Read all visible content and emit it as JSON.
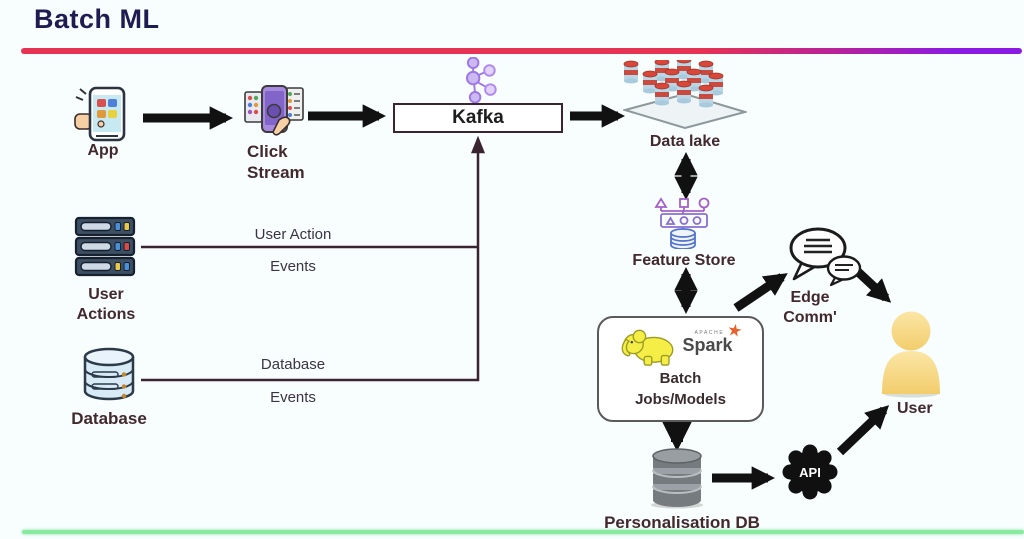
{
  "title": "Batch ML",
  "colors": {
    "title": "#201c52",
    "top_line_start": "#e63253",
    "top_line_end": "#8b1be3",
    "bottom_line": "#8ae9a0",
    "label": "#42292e",
    "arrow": "#111111",
    "thin_line": "#3a2430"
  },
  "icons": {
    "spark_star": "★"
  },
  "nodes": {
    "app": {
      "label": "App"
    },
    "click_stream": {
      "line1": "Click",
      "line2": "Stream"
    },
    "kafka": {
      "label": "Kafka"
    },
    "data_lake": {
      "label": "Data lake"
    },
    "user_actions": {
      "line1": "User",
      "line2": "Actions"
    },
    "database": {
      "label": "Database"
    },
    "feature_store": {
      "label": "Feature Store"
    },
    "batch_jobs": {
      "apache": "APACHE",
      "spark": "Spark",
      "line1": "Batch",
      "line2": "Jobs/Models"
    },
    "personalisation_db": {
      "label": "Personalisation DB"
    },
    "api": {
      "label": "API"
    },
    "user": {
      "label": "User"
    },
    "edge_comm": {
      "line1": "Edge",
      "line2": "Comm'"
    }
  },
  "edges": {
    "user_action_events": {
      "line1": "User Action",
      "line2": "Events"
    },
    "database_events": {
      "line1": "Database",
      "line2": "Events"
    }
  }
}
